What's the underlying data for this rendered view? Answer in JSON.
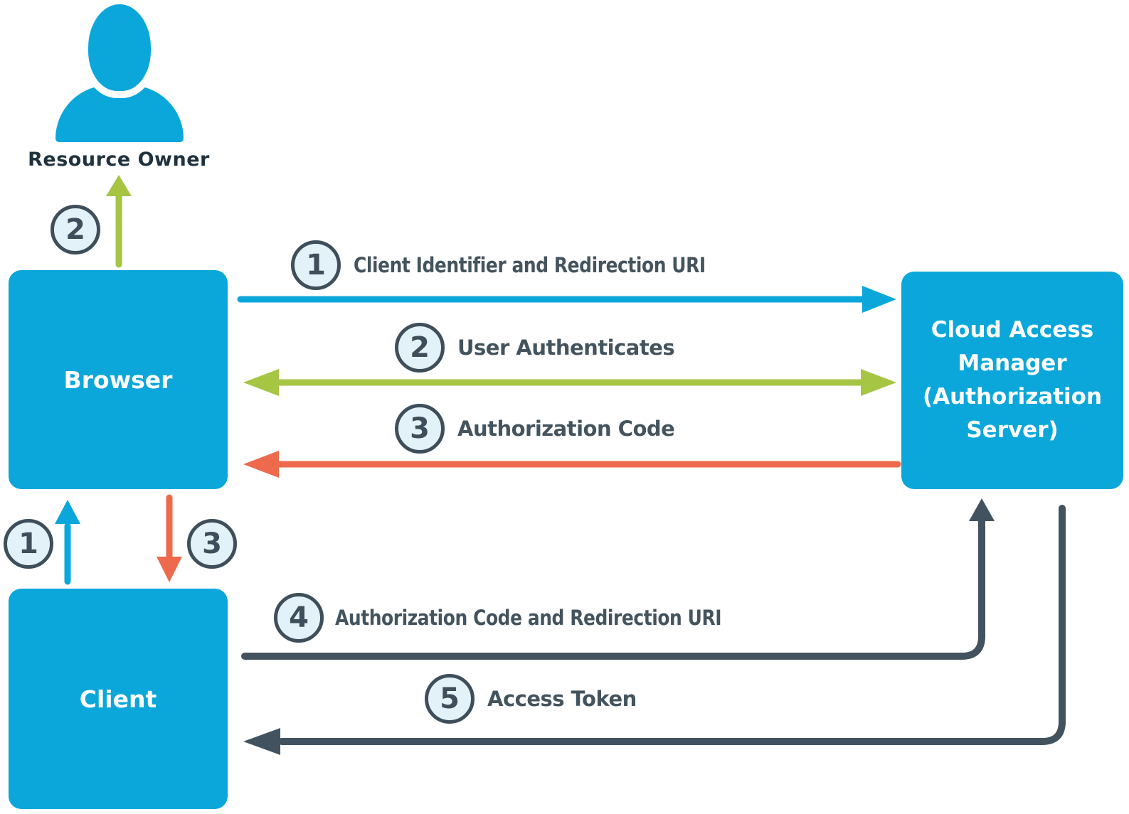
{
  "colors": {
    "background": "#FFFFFF",
    "node_fill": "#0BA7DB",
    "node_text": "#FFFFFF",
    "arrow_blue": "#0BA7DB",
    "arrow_green": "#A6C543",
    "arrow_orange": "#ED6A4D",
    "arrow_dark": "#42535F",
    "badge_fill": "#E3F2F8",
    "badge_border": "#3E4F5B",
    "label_text": "#44545E",
    "owner_label_text": "#20323F"
  },
  "nodes": {
    "resource_owner": {
      "label": "Resource Owner"
    },
    "browser": {
      "label": "Browser"
    },
    "client": {
      "label": "Client"
    },
    "auth_server": {
      "label": "Cloud Access Manager (Authorization Server)",
      "lines": [
        "Cloud Access",
        "Manager",
        "(Authorization",
        "Server)"
      ]
    }
  },
  "flow_labels": [
    {
      "step": "1",
      "text": "Client Identifier and Redirection URI"
    },
    {
      "step": "2",
      "text": "User Authenticates"
    },
    {
      "step": "3",
      "text": "Authorization Code"
    },
    {
      "step": "4",
      "text": "Authorization Code and Redirection URI"
    },
    {
      "step": "5",
      "text": "Access Token"
    }
  ],
  "vertical_badges": [
    {
      "step": "2"
    },
    {
      "step": "1"
    },
    {
      "step": "3"
    }
  ]
}
